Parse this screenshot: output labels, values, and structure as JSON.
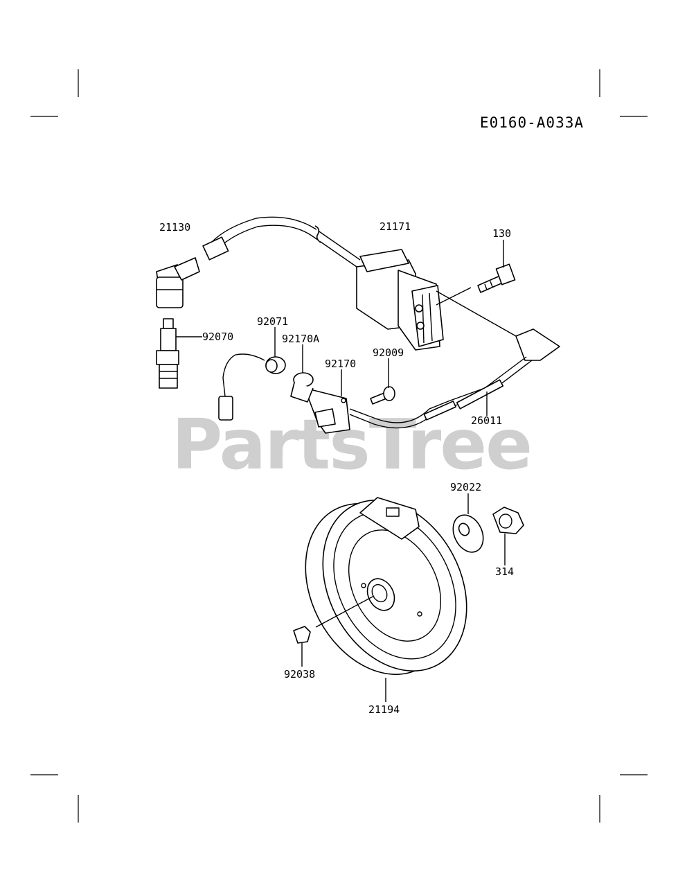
{
  "diagram_code": "E0160-A033A",
  "watermark": "PartsTree",
  "parts": {
    "p21130": "21130",
    "p21171": "21171",
    "p130": "130",
    "p92070": "92070",
    "p92071": "92071",
    "p92170A": "92170A",
    "p92170": "92170",
    "p92009": "92009",
    "p26011": "26011",
    "p92022": "92022",
    "p314": "314",
    "p92038": "92038",
    "p21194": "21194"
  }
}
